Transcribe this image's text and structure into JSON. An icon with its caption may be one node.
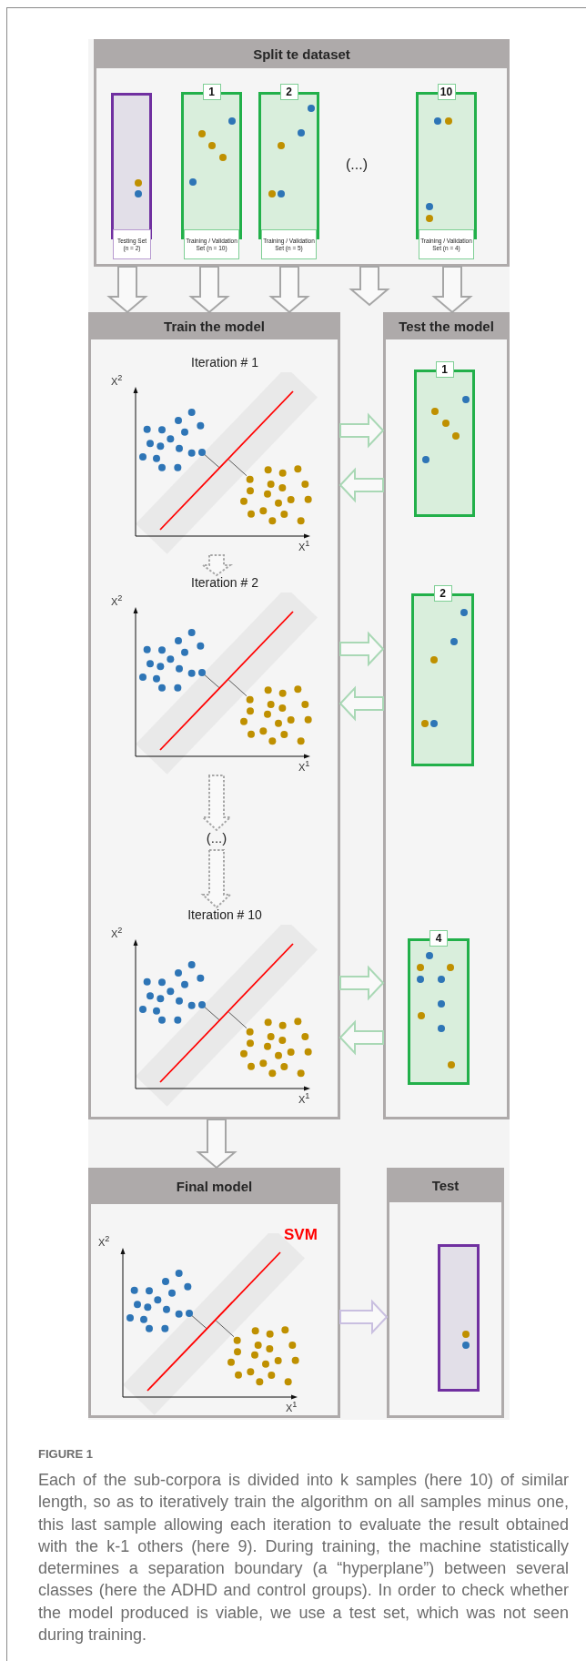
{
  "diagram": {
    "caption": "Each of the sub-corpora is divided into k samples (here 10) of similar length, so as to iteratively train the algorithm on all samples minus one, this last sample allowing each iteration to evaluate the result obtained with the k-1 others (here 9). During training, the machine statistically determines a separation boundary (a “hyperplane”) between several classes (here the ADHD and control groups). In order to check whether the model produced is viable, we use a test set, which was not seen during training.",
    "nodes": [
      {
        "text": [
          "Split te dataset"
        ]
      },
      {
        "text": [
          "Testing Set (n = 2)"
        ],
        "in": 0
      },
      {
        "text": [
          "1",
          "Training / Validation Set (n = 10)"
        ],
        "in": 0
      },
      {
        "text": [
          "2",
          "Training / Validation Set (n = 5)"
        ],
        "in": 0
      },
      {
        "text": [
          "10",
          "Training / Validation Set (n = 4)"
        ],
        "in": 0
      },
      {
        "text": [
          "Train the model"
        ]
      },
      {
        "text": [
          "Test the model"
        ]
      },
      {
        "text": [
          "Iteration # 1"
        ],
        "in": 5
      },
      {
        "text": [
          "Iteration # 2"
        ],
        "in": 5
      },
      {
        "text": [
          "(...)"
        ],
        "in": 5
      },
      {
        "text": [
          "Iteration # 10"
        ],
        "in": 5
      },
      {
        "text": [
          "1"
        ],
        "in": 6
      },
      {
        "text": [
          "2"
        ],
        "in": 6
      },
      {
        "text": [
          "4"
        ],
        "in": 6
      },
      {
        "text": [
          "Final model"
        ]
      },
      {
        "text": [
          "Test"
        ]
      },
      {
        "text": [],
        "shape": "box",
        "in": 15
      }
    ],
    "edges": [
      {
        "from": 0,
        "to": 5,
        "arrow": "to"
      },
      {
        "from": 0,
        "to": 5,
        "arrow": "to"
      },
      {
        "from": 0,
        "to": 5,
        "arrow": "to"
      },
      {
        "from": 0,
        "to": null,
        "arrow": "to"
      },
      {
        "from": 0,
        "to": 6,
        "arrow": "to"
      },
      {
        "from": 7,
        "to": 8,
        "arrow": "to",
        "style": "dashed"
      },
      {
        "from": 8,
        "to": 9,
        "arrow": "to",
        "style": "dashed"
      },
      {
        "from": 9,
        "to": 10,
        "arrow": "to",
        "style": "dashed"
      },
      {
        "from": 5,
        "to": 6,
        "arrow": "to",
        "color": "#a9d8b5"
      },
      {
        "from": 6,
        "to": 5,
        "arrow": "to",
        "color": "#a9d8b5"
      },
      {
        "from": 5,
        "to": 6,
        "arrow": "to",
        "color": "#a9d8b5"
      },
      {
        "from": 6,
        "to": 5,
        "arrow": "to",
        "color": "#a9d8b5"
      },
      {
        "from": 5,
        "to": 6,
        "arrow": "to",
        "color": "#a9d8b5"
      },
      {
        "from": 6,
        "to": 5,
        "arrow": "to",
        "color": "#a9d8b5"
      },
      {
        "from": 5,
        "to": 14,
        "arrow": "to"
      },
      {
        "from": 14,
        "to": 15,
        "arrow": "to",
        "color": "#c9bfe0"
      }
    ],
    "labels": [
      "(...)",
      "X$^{2}$",
      "X$^{1}$",
      "X$^{2}$",
      "X$^{1}$",
      "X$^{2}$",
      "X$^{1}$",
      "SVM",
      "X$^{2}$",
      "X$^{1}$",
      "FIGURE 1"
    ]
  }
}
